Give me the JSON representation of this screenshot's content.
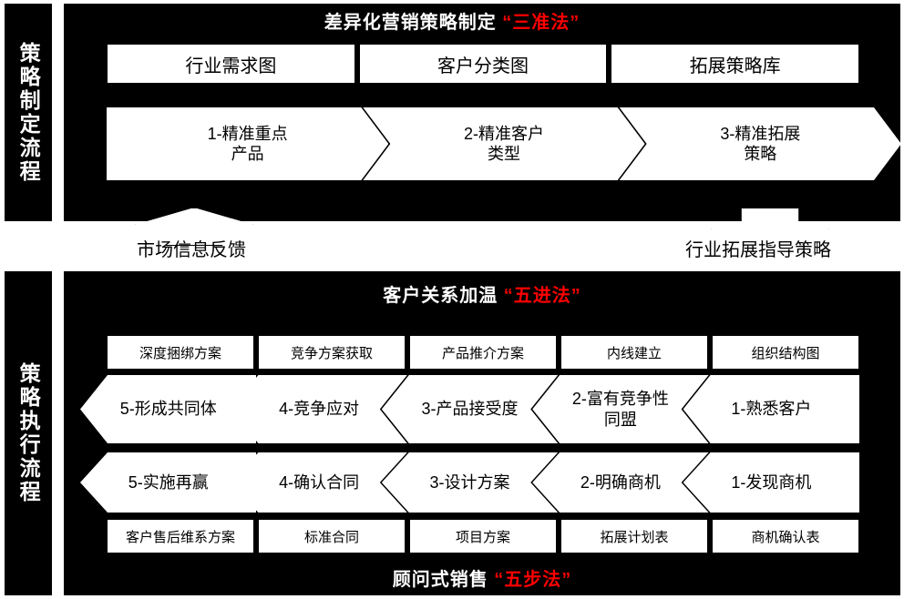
{
  "sidebar": {
    "top_label": "策略制定流程",
    "bottom_label": "策略执行流程"
  },
  "top_section": {
    "title_main": "差异化营销策略制定",
    "title_highlight": "“三准法”",
    "header_boxes": [
      "行业需求图",
      "客户分类图",
      "拓展策略库"
    ],
    "flow_steps": [
      "1-精准重点\n产品",
      "2-精准客户\n类型",
      "3-精准拓展\n策略"
    ]
  },
  "connectors": {
    "left": {
      "label": "市场信息反馈",
      "direction": "up"
    },
    "right": {
      "label": "行业拓展指导策略",
      "direction": "down"
    }
  },
  "bottom_section": {
    "title_main": "客户关系加温",
    "title_highlight": "“五进法”",
    "footer_title_main": "顾问式销售",
    "footer_title_highlight": "“五步法”",
    "top_boxes": [
      "深度捆绑方案",
      "竞争方案获取",
      "产品推介方案",
      "内线建立",
      "组织结构图"
    ],
    "flow_row_1": [
      "5-形成共同体",
      "4-竞争应对",
      "3-产品接受度",
      "2-富有竞争性\n同盟",
      "1-熟悉客户"
    ],
    "flow_row_2": [
      "5-实施再赢",
      "4-确认合同",
      "3-设计方案",
      "2-明确商机",
      "1-发现商机"
    ],
    "bottom_boxes": [
      "客户售后维系方案",
      "标准合同",
      "项目方案",
      "拓展计划表",
      "商机确认表"
    ]
  },
  "colors": {
    "panel_bg": "#000000",
    "panel_fg": "#ffffff",
    "highlight": "#ff0000",
    "box_bg": "#ffffff",
    "box_fg": "#000000"
  }
}
